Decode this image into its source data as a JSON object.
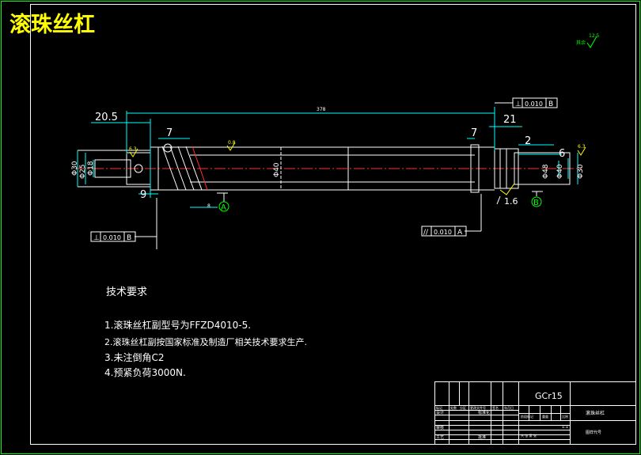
{
  "title": "滚珠丝杠",
  "notes": {
    "heading": "技术要求",
    "items": [
      "1.滚珠丝杠副型号为FFZD4010-5.",
      "2.滚珠丝杠副按国家标准及制造厂相关技术要求生产.",
      "3.未注倒角C2",
      "4.预紧负荷3000N."
    ]
  },
  "dims": {
    "overall": "378",
    "left_offset": "20.5",
    "d7_left": "7",
    "d9": "9",
    "d7_right": "7",
    "d21": "21",
    "d2": "2",
    "d6": "6",
    "shaft_dia": "Φ40",
    "left_dia1": "Φ30",
    "left_dia2": "Φ25",
    "left_dia3": "Φ18",
    "right_dia1": "Φ48",
    "right_dia2": "Φ40",
    "right_dia3": "Φ30",
    "roughness": "1.6",
    "small_dim": "8",
    "ra_left": "6.3",
    "ra_mid": "0.8",
    "ra_right": "6.3",
    "corner_ra": "12.5",
    "corner_label": "其余"
  },
  "tolerances": {
    "top_right": {
      "symbol": "⊥",
      "value": "0.010",
      "datum": "B"
    },
    "left": {
      "symbol": "⊥",
      "value": "0.010",
      "datum": "B"
    },
    "runout": {
      "symbol": "//",
      "value": "0.010",
      "datum": "A"
    }
  },
  "datums": {
    "a": "A",
    "b": "B"
  },
  "title_block": {
    "part_code": "GCr15",
    "part_name": "滚珠丝杠",
    "row_labels": [
      "标记",
      "处数",
      "分区",
      "更改文件号",
      "签名",
      "年月日"
    ],
    "design": "设计",
    "standard": "标准化",
    "review": "审核",
    "process": "工艺",
    "approve": "批准",
    "stage": "阶段标记",
    "weight": "重量",
    "scale": "比例",
    "scale_val": "1:1",
    "sheets": "共   张   第   张",
    "drawing_no": "图样代号"
  }
}
